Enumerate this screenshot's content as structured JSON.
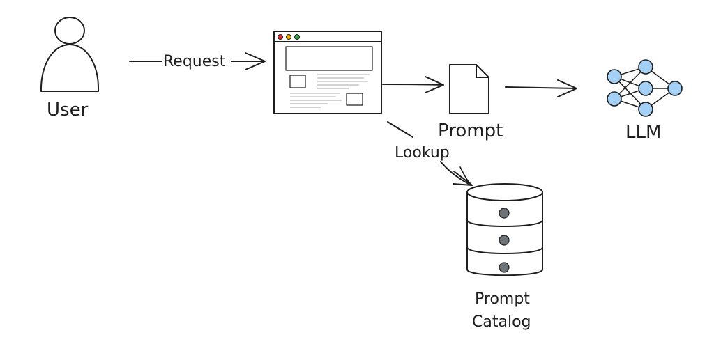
{
  "nodes": {
    "user": {
      "label": "User"
    },
    "prompt": {
      "label": "Prompt"
    },
    "llm": {
      "label": "LLM"
    },
    "catalog": {
      "label_line1": "Prompt",
      "label_line2": "Catalog"
    }
  },
  "edges": {
    "request": {
      "label": "Request"
    },
    "lookup": {
      "label": "Lookup"
    }
  },
  "colors": {
    "ink": "#1e1e1e",
    "user_fill": "#f0ebe8",
    "prompt_doc": "#a5e8f0",
    "banner_hatch": "#29a9c8",
    "yellow_hatch": "#f0b400",
    "purple_hatch": "#a040c8",
    "neuron": "#a5d0f5",
    "db_fill": "#cfd2d6",
    "db_dot": "#6e7377",
    "window_bar": "#d9dbde"
  },
  "icons": [
    "user-icon",
    "browser-window-icon",
    "document-icon",
    "neural-network-icon",
    "database-icon"
  ]
}
